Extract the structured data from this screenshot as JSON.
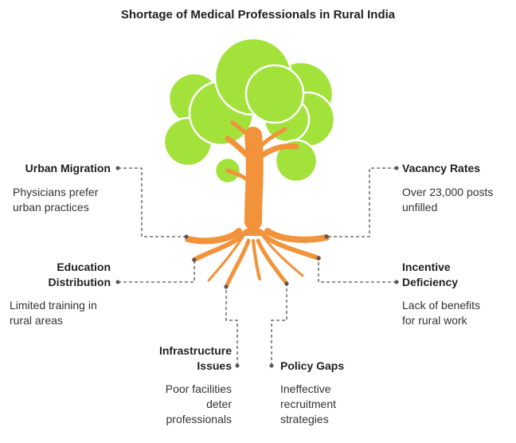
{
  "title": "Shortage of Medical Professionals in Rural India",
  "colors": {
    "foliage": "#a3e23a",
    "trunk": "#f2923a",
    "outline": "#ffffff",
    "connector": "#555555"
  },
  "items": {
    "urban_migration": {
      "title": "Urban Migration",
      "desc_lines": [
        "Physicians prefer",
        "urban practices"
      ]
    },
    "vacancy_rates": {
      "title": "Vacancy Rates",
      "desc_lines": [
        "Over 23,000 posts",
        "unfilled"
      ]
    },
    "education_distribution": {
      "title_lines": [
        "Education",
        "Distribution"
      ],
      "desc_lines": [
        "Limited training in",
        "rural areas"
      ]
    },
    "incentive_deficiency": {
      "title_lines": [
        "Incentive",
        "Deficiency"
      ],
      "desc_lines": [
        "Lack of benefits",
        "for rural work"
      ]
    },
    "infrastructure_issues": {
      "title_lines": [
        "Infrastructure",
        "Issues"
      ],
      "desc_lines": [
        "Poor facilities",
        "deter",
        "professionals"
      ]
    },
    "policy_gaps": {
      "title": "Policy Gaps",
      "desc_lines": [
        "Ineffective",
        "recruitment",
        "strategies"
      ]
    }
  }
}
